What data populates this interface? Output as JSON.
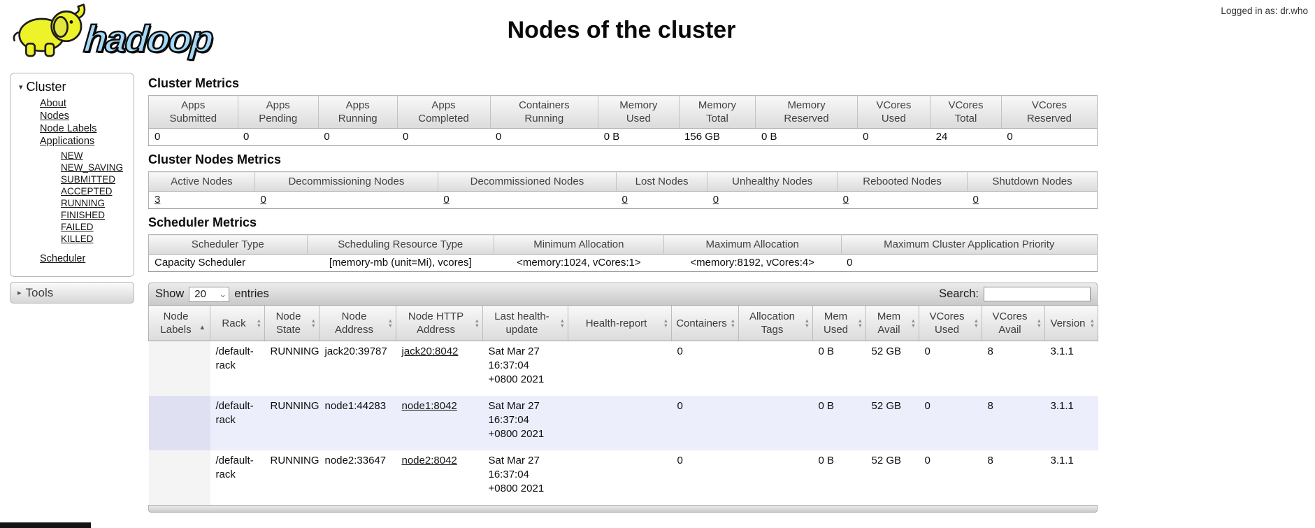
{
  "icons": {
    "cluster_collapse": "▾",
    "tools_expand": "▸",
    "sort_up": "▲",
    "sort_down": "▼",
    "sort_asc": "▲",
    "select_chevron": "⌄"
  },
  "header": {
    "logo_text": "hadoop",
    "title": "Nodes of the cluster",
    "logged_in": "Logged in as: dr.who"
  },
  "sidebar": {
    "cluster_label": "Cluster",
    "items": [
      "About",
      "Nodes",
      "Node Labels",
      "Applications"
    ],
    "app_states": [
      "NEW",
      "NEW_SAVING",
      "SUBMITTED",
      "ACCEPTED",
      "RUNNING",
      "FINISHED",
      "FAILED",
      "KILLED"
    ],
    "scheduler_label": "Scheduler",
    "tools_label": "Tools"
  },
  "cluster_metrics": {
    "heading": "Cluster Metrics",
    "columns": [
      [
        "Apps",
        "Submitted"
      ],
      [
        "Apps",
        "Pending"
      ],
      [
        "Apps",
        "Running"
      ],
      [
        "Apps",
        "Completed"
      ],
      [
        "Containers",
        "Running"
      ],
      [
        "Memory",
        "Used"
      ],
      [
        "Memory",
        "Total"
      ],
      [
        "Memory",
        "Reserved"
      ],
      [
        "VCores",
        "Used"
      ],
      [
        "VCores",
        "Total"
      ],
      [
        "VCores",
        "Reserved"
      ]
    ],
    "values": [
      "0",
      "0",
      "0",
      "0",
      "0",
      "0 B",
      "156 GB",
      "0 B",
      "0",
      "24",
      "0"
    ]
  },
  "cluster_nodes_metrics": {
    "heading": "Cluster Nodes Metrics",
    "columns": [
      "Active Nodes",
      "Decommissioning Nodes",
      "Decommissioned Nodes",
      "Lost Nodes",
      "Unhealthy Nodes",
      "Rebooted Nodes",
      "Shutdown Nodes"
    ],
    "values": [
      "3",
      "0",
      "0",
      "0",
      "0",
      "0",
      "0"
    ]
  },
  "scheduler_metrics": {
    "heading": "Scheduler Metrics",
    "columns": [
      "Scheduler Type",
      "Scheduling Resource Type",
      "Minimum Allocation",
      "Maximum Allocation",
      "Maximum Cluster Application Priority"
    ],
    "values": [
      "Capacity Scheduler",
      "[memory-mb (unit=Mi), vcores]",
      "<memory:1024, vCores:1>",
      "<memory:8192, vCores:4>",
      "0"
    ]
  },
  "nodes_table": {
    "show_label": "Show",
    "page_size": "20",
    "entries_label": "entries",
    "search_label": "Search:",
    "columns": [
      {
        "lines": [
          "Node",
          "Labels"
        ],
        "sort": "asc"
      },
      {
        "lines": [
          "Rack"
        ],
        "sort": "both"
      },
      {
        "lines": [
          "Node",
          "State"
        ],
        "sort": "both"
      },
      {
        "lines": [
          "Node",
          "Address"
        ],
        "sort": "both"
      },
      {
        "lines": [
          "Node HTTP",
          "Address"
        ],
        "sort": "both"
      },
      {
        "lines": [
          "Last health-",
          "update"
        ],
        "sort": "both"
      },
      {
        "lines": [
          "Health-report"
        ],
        "sort": "both"
      },
      {
        "lines": [
          "Containers"
        ],
        "sort": "both"
      },
      {
        "lines": [
          "Allocation",
          "Tags"
        ],
        "sort": "both"
      },
      {
        "lines": [
          "Mem",
          "Used"
        ],
        "sort": "both"
      },
      {
        "lines": [
          "Mem",
          "Avail"
        ],
        "sort": "both"
      },
      {
        "lines": [
          "VCores",
          "Used"
        ],
        "sort": "both"
      },
      {
        "lines": [
          "VCores",
          "Avail"
        ],
        "sort": "both"
      },
      {
        "lines": [
          "Version"
        ],
        "sort": "both"
      }
    ],
    "rows": [
      {
        "labels": "",
        "rack": [
          "/default-",
          "rack"
        ],
        "state": "RUNNING",
        "address": "jack20:39787",
        "http": "jack20:8042",
        "health_update": [
          "Sat Mar 27",
          "16:37:04",
          "+0800 2021"
        ],
        "health_report": "",
        "containers": "0",
        "alloc_tags": "",
        "mem_used": "0 B",
        "mem_avail": "52 GB",
        "vcores_used": "0",
        "vcores_avail": "8",
        "version": "3.1.1"
      },
      {
        "labels": "",
        "rack": [
          "/default-",
          "rack"
        ],
        "state": "RUNNING",
        "address": "node1:44283",
        "http": "node1:8042",
        "health_update": [
          "Sat Mar 27",
          "16:37:04",
          "+0800 2021"
        ],
        "health_report": "",
        "containers": "0",
        "alloc_tags": "",
        "mem_used": "0 B",
        "mem_avail": "52 GB",
        "vcores_used": "0",
        "vcores_avail": "8",
        "version": "3.1.1"
      },
      {
        "labels": "",
        "rack": [
          "/default-",
          "rack"
        ],
        "state": "RUNNING",
        "address": "node2:33647",
        "http": "node2:8042",
        "health_update": [
          "Sat Mar 27",
          "16:37:04",
          "+0800 2021"
        ],
        "health_report": "",
        "containers": "0",
        "alloc_tags": "",
        "mem_used": "0 B",
        "mem_avail": "52 GB",
        "vcores_used": "0",
        "vcores_avail": "8",
        "version": "3.1.1"
      }
    ]
  }
}
